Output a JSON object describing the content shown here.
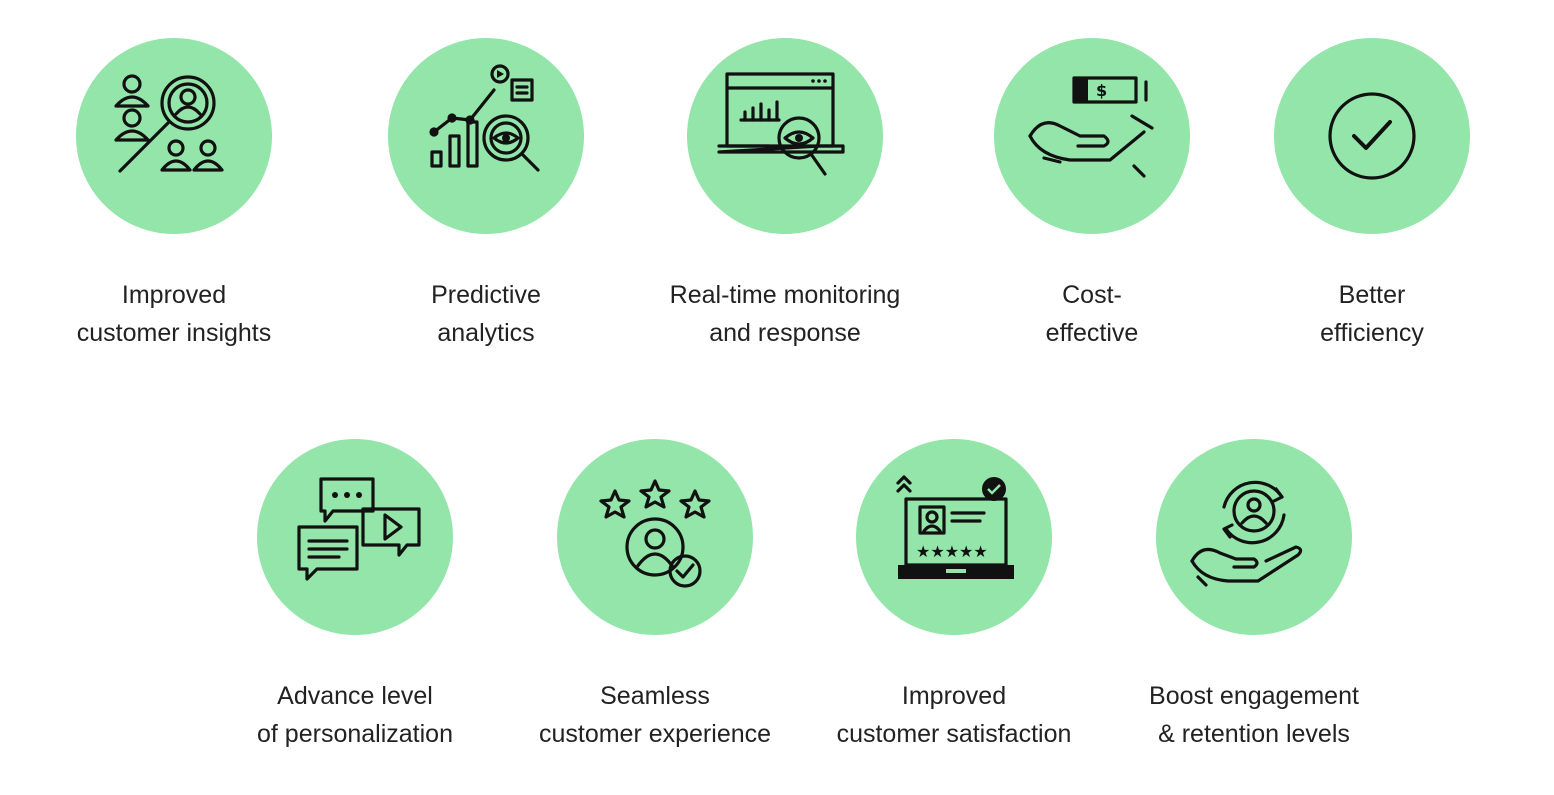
{
  "theme": {
    "accent": "#93e5a9",
    "text": "#222222",
    "icon_stroke": "#111111"
  },
  "benefits": [
    {
      "icon": "customer-insights-icon",
      "line1": "Improved",
      "line2": "customer insights"
    },
    {
      "icon": "predictive-analytics-icon",
      "line1": "Predictive",
      "line2": "analytics"
    },
    {
      "icon": "monitoring-icon",
      "line1": "Real-time monitoring",
      "line2": "and response"
    },
    {
      "icon": "cost-hand-icon",
      "line1": "Cost-",
      "line2": "effective"
    },
    {
      "icon": "check-circle-icon",
      "line1": "Better",
      "line2": "efficiency"
    },
    {
      "icon": "chat-bubbles-icon",
      "line1": "Advance level",
      "line2": "of personalization"
    },
    {
      "icon": "stars-user-icon",
      "line1": "Seamless",
      "line2": "customer experience"
    },
    {
      "icon": "rating-laptop-icon",
      "line1": "Improved",
      "line2": "customer satisfaction"
    },
    {
      "icon": "retention-hand-icon",
      "line1": "Boost engagement",
      "line2": "& retention levels"
    }
  ]
}
